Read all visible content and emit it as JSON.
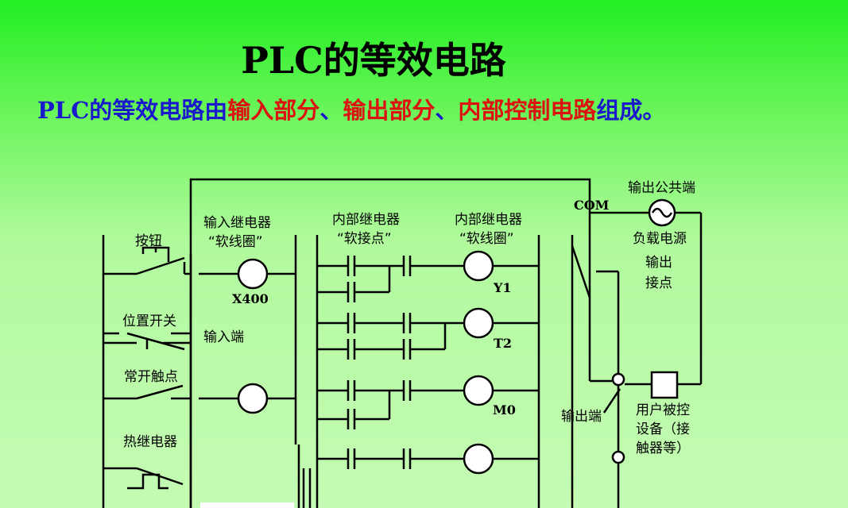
{
  "title": "PLC的等效电路",
  "subtitle": {
    "part1": "PLC的等效电路由",
    "part2": "输入部分",
    "sep1": "、",
    "part3": "输出部分",
    "sep2": "、",
    "part4": "内部控制电路",
    "part5": "组成",
    "end": "。"
  },
  "colors": {
    "blue": "#1a1acc",
    "red": "#dd1111"
  },
  "labels": {
    "button": "按钮",
    "position_switch": "位置开关",
    "normally_open": "常开触点",
    "thermal_relay": "热继电器",
    "input_terminal": "输入端",
    "input_relay_l1": "输入继电器",
    "input_relay_l2": "“软线圈”",
    "x400": "X400",
    "internal_contacts_l1": "内部继电器",
    "internal_contacts_l2": "“软接点”",
    "internal_coils_l1": "内部继电器",
    "internal_coils_l2": "“软线圈”",
    "y1": "Y1",
    "t2": "T2",
    "m0": "M0",
    "com": "COM",
    "output_common": "输出公共端",
    "load_supply": "负载电源",
    "output_contact_l1": "输出",
    "output_contact_l2": "接点",
    "output_terminal": "输出端",
    "user_device_l1": "用户被控",
    "user_device_l2": "设备（接",
    "user_device_l3": "触器等）"
  }
}
